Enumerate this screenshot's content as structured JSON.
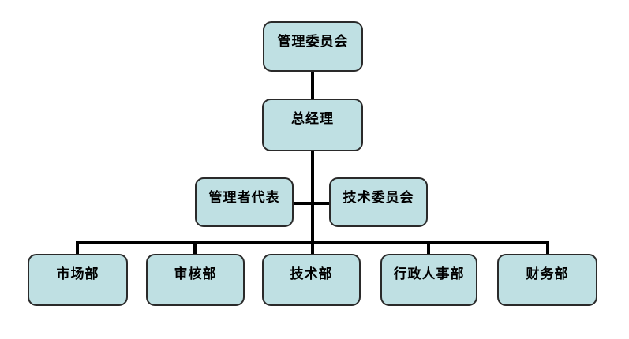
{
  "diagram": {
    "type": "org-chart",
    "title": "",
    "levels": [
      [
        "管理委员会"
      ],
      [
        "总经理"
      ],
      [
        "管理者代表",
        "技术委员会"
      ],
      [
        "市场部",
        "审核部",
        "技术部",
        "行政人事部",
        "财务部"
      ]
    ]
  },
  "nodes": {
    "top": {
      "label": "管理委员会"
    },
    "gm": {
      "label": "总经理"
    },
    "rep": {
      "label": "管理者代表"
    },
    "tech_committee": {
      "label": "技术委员会"
    },
    "marketing": {
      "label": "市场部"
    },
    "audit": {
      "label": "审核部"
    },
    "tech": {
      "label": "技术部"
    },
    "admin_hr": {
      "label": "行政人事部"
    },
    "finance": {
      "label": "财务部"
    }
  },
  "edges": [
    [
      "管理委员会",
      "总经理"
    ],
    [
      "总经理",
      "管理者代表"
    ],
    [
      "总经理",
      "技术委员会"
    ],
    [
      "总经理",
      "市场部"
    ],
    [
      "总经理",
      "审核部"
    ],
    [
      "总经理",
      "技术部"
    ],
    [
      "总经理",
      "行政人事部"
    ],
    [
      "总经理",
      "财务部"
    ]
  ],
  "colors": {
    "node_fill": "#bfe0e3",
    "node_border": "#2a2a2a",
    "connector": "#000000",
    "background": "#ffffff",
    "text": "#000000"
  }
}
